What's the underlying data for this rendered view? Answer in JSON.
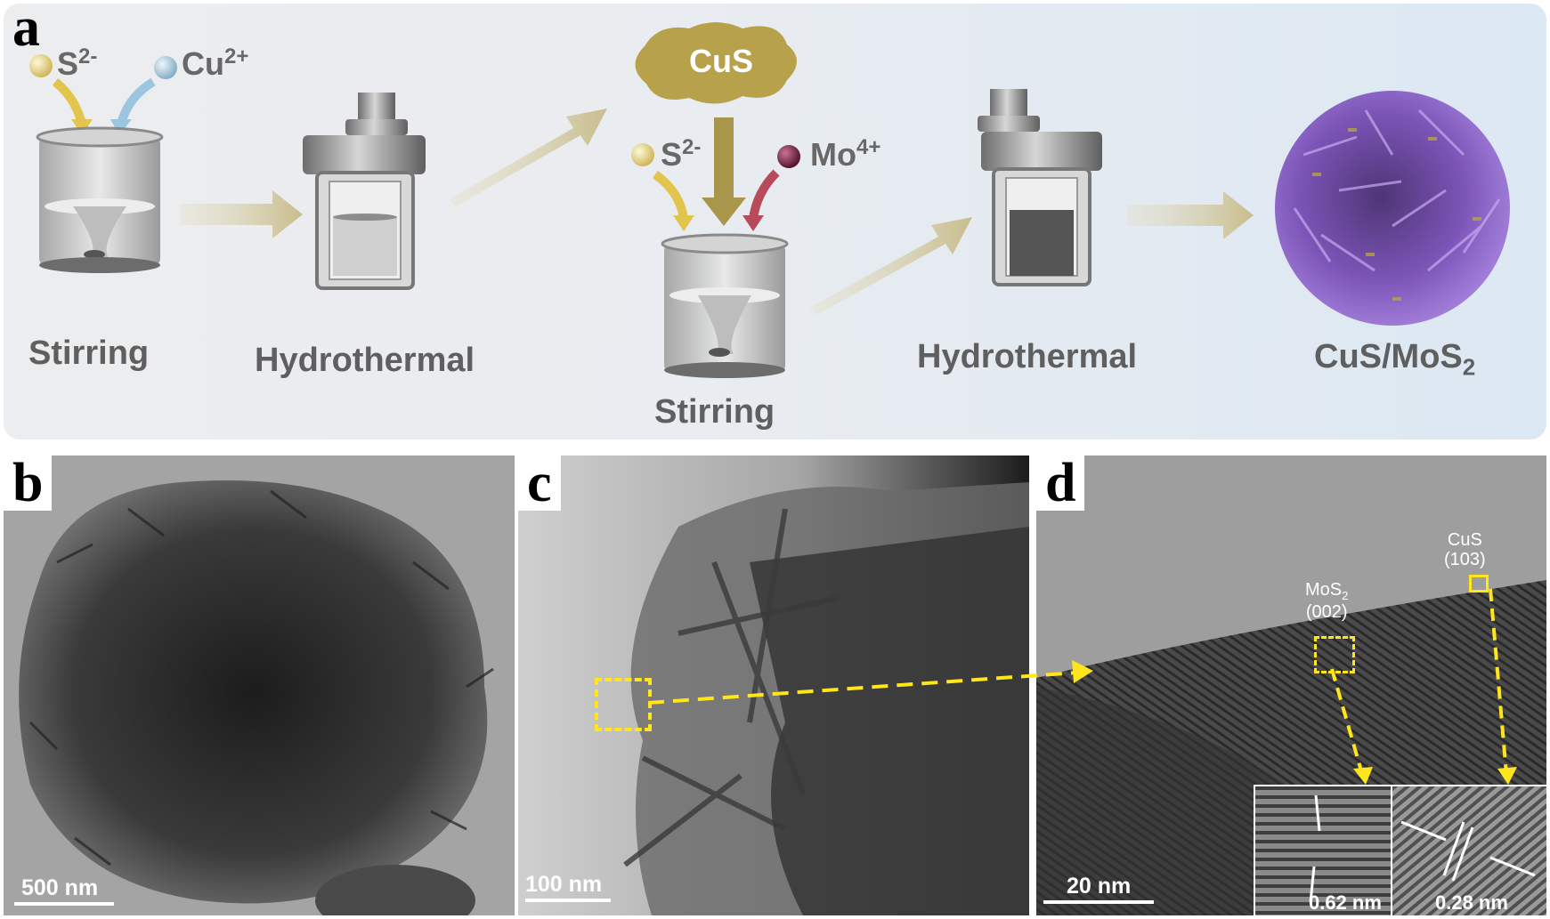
{
  "figure": {
    "panel_a": {
      "letter": "a",
      "ions": {
        "s_1": {
          "symbol": "S",
          "charge": "2-"
        },
        "cu": {
          "symbol": "Cu",
          "charge": "2+"
        },
        "s_2": {
          "symbol": "S",
          "charge": "2-"
        },
        "mo": {
          "symbol": "Mo",
          "charge": "4+"
        }
      },
      "cus_label": "CuS",
      "steps": {
        "stirring_1": "Stirring",
        "hydrothermal_1": "Hydrothermal",
        "stirring_2": "Stirring",
        "hydrothermal_2": "Hydrothermal",
        "product_main": "CuS/MoS",
        "product_sub": "2"
      },
      "colors": {
        "sulfur": "#e8d78a",
        "copper": "#a9c9dc",
        "molybdenum": "#7a1f3a",
        "cus": "#b7a14a",
        "product": "#8a5fc8",
        "arrow": "#cfc49c"
      }
    },
    "panel_b": {
      "letter": "b",
      "scalebar": "500 nm"
    },
    "panel_c": {
      "letter": "c",
      "scalebar": "100 nm"
    },
    "panel_d": {
      "letter": "d",
      "scalebar": "20 nm",
      "mos2_label": {
        "main": "MoS",
        "sub": "2",
        "plane": "(002)"
      },
      "cus_label": {
        "main": "CuS",
        "plane": "(103)"
      },
      "inset_left_spacing": "0.62 nm",
      "inset_right_spacing": "0.28 nm"
    }
  }
}
